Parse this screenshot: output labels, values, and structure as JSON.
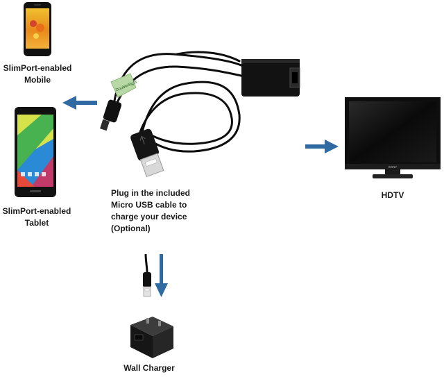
{
  "colors": {
    "arrow": "#2f6aa3",
    "device_body": "#141414",
    "cable": "#0d0d0d"
  },
  "mobile": {
    "label_line1": "SlimPort-enabled",
    "label_line2": "Mobile"
  },
  "tablet": {
    "label_line1": "SlimPort-enabled",
    "label_line2": "Tablet"
  },
  "tv": {
    "label": "HDTV",
    "brand": "SONY"
  },
  "cable_tag": {
    "text": "DoubleSight"
  },
  "usb_note": {
    "line1": "Plug in the included",
    "line2": "Micro USB cable to",
    "line3": "charge your device",
    "line4": "(Optional)"
  },
  "charger": {
    "label": "Wall Charger"
  },
  "icons": [
    "phone-device",
    "tablet-device",
    "slimport-adapter-cable",
    "hdtv-display",
    "micro-usb-cable",
    "wall-charger"
  ]
}
